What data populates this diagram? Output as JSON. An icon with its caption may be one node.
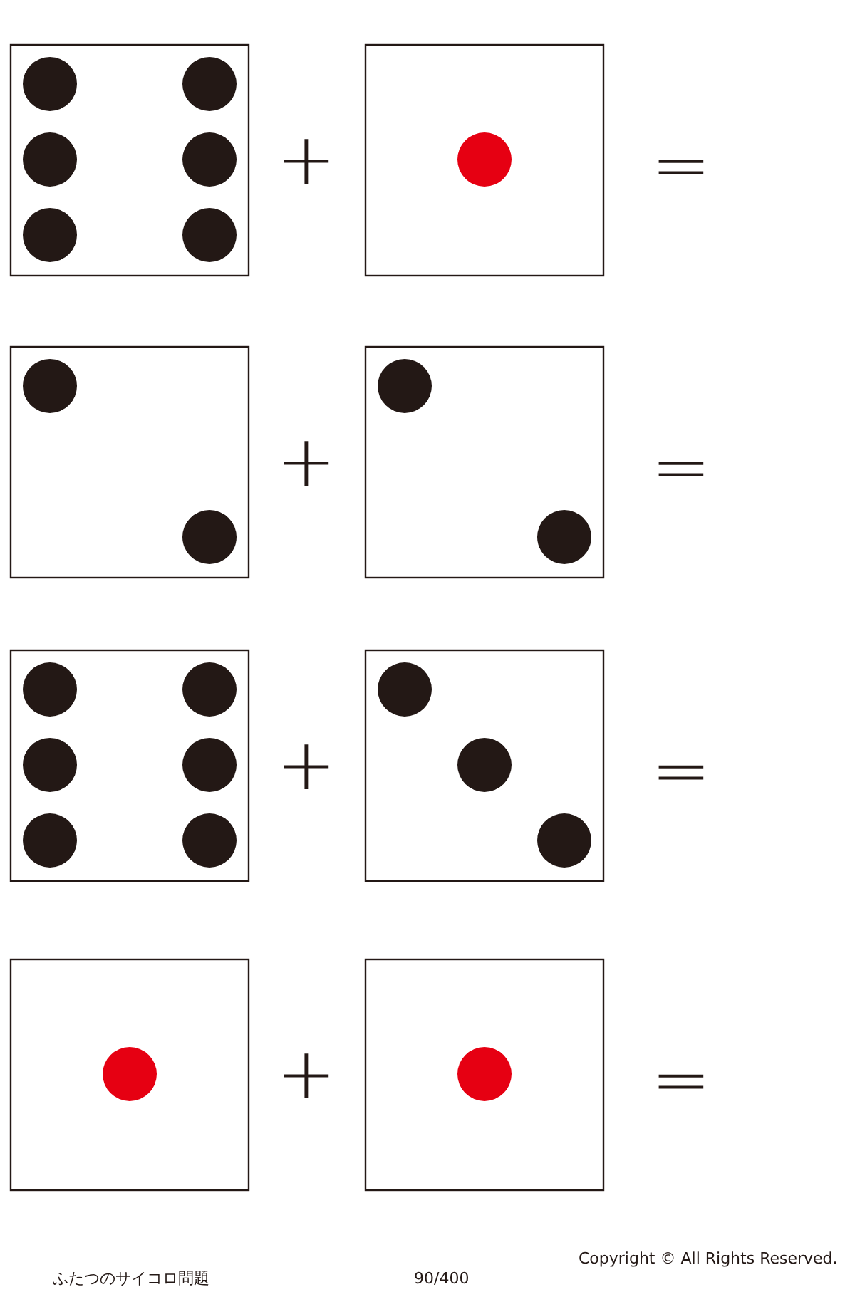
{
  "diagram": {
    "labels": [
      "+",
      "=",
      "+",
      "=",
      "+",
      "=",
      "+",
      "=",
      "ふたつのサイコロ問題",
      "90/400",
      "Copyright © All Rights Reserved."
    ]
  }
}
